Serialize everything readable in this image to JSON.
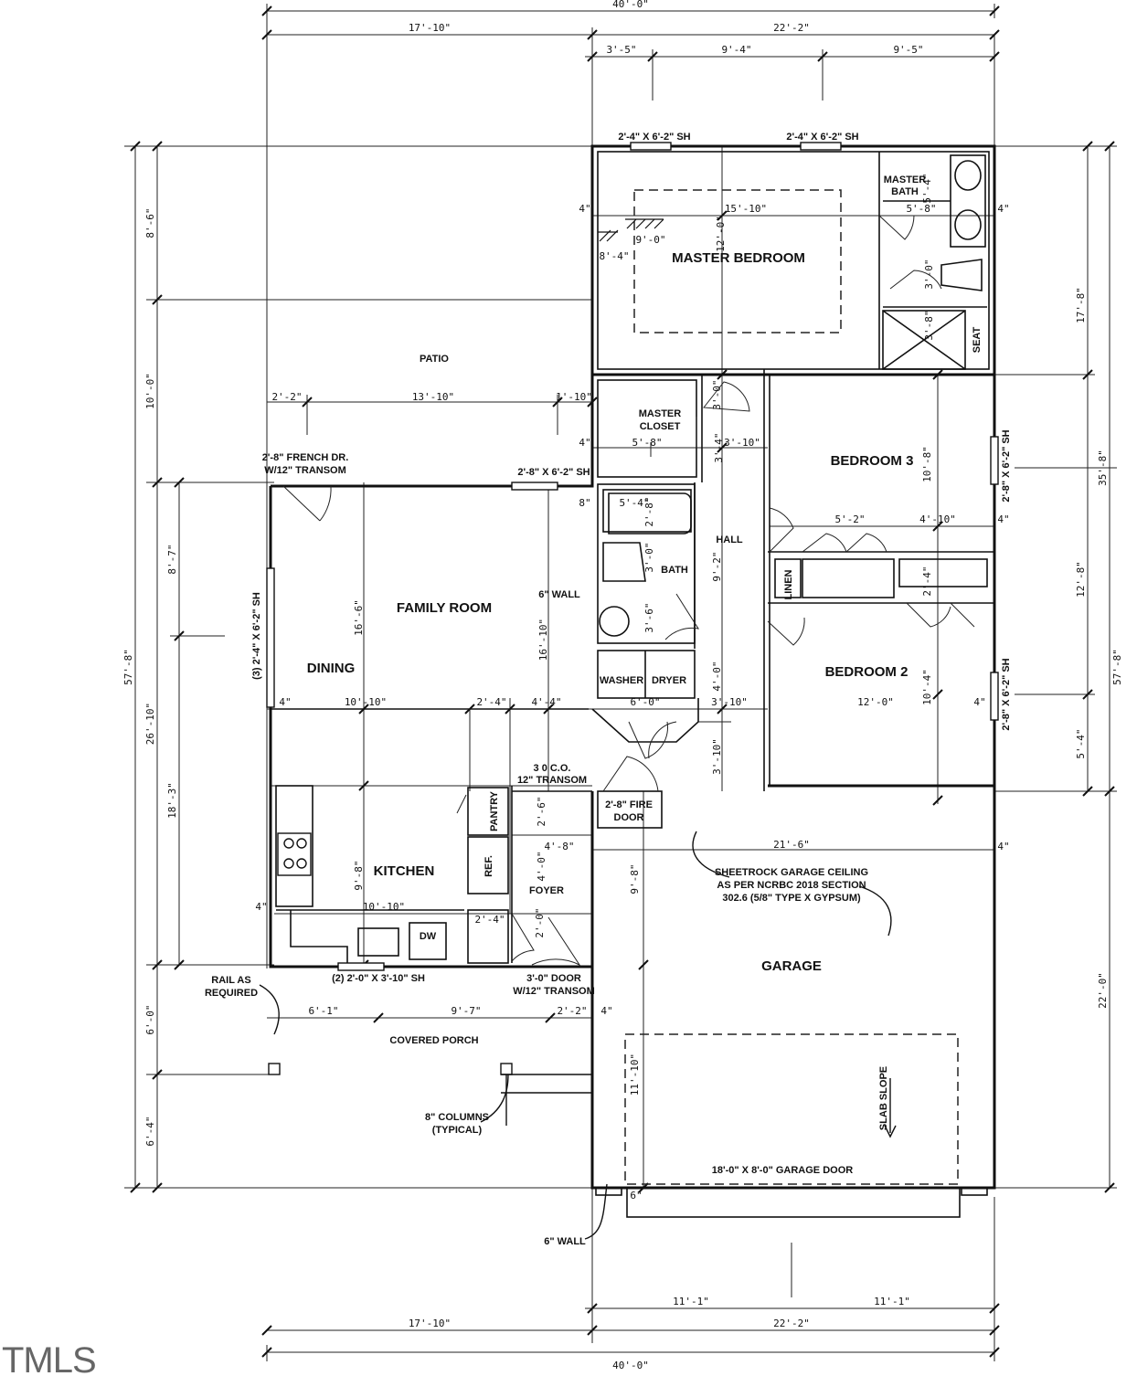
{
  "rooms": {
    "master_bedroom": "MASTER BEDROOM",
    "master_bath": "MASTER BATH",
    "master_closet": "MASTER CLOSET",
    "bedroom3": "BEDROOM 3",
    "bedroom2": "BEDROOM 2",
    "hall": "HALL",
    "bath": "BATH",
    "linen": "LINEN",
    "washer": "WASHER",
    "dryer": "DRYER",
    "family_room": "FAMILY ROOM",
    "dining": "DINING",
    "kitchen": "KITCHEN",
    "pantry": "PANTRY",
    "ref": "REF.",
    "dw": "DW",
    "foyer": "FOYER",
    "patio": "PATIO",
    "covered_porch": "COVERED PORCH",
    "garage": "GARAGE",
    "seat": "SEAT"
  },
  "notes": {
    "french_door": "2'-8\" FRENCH DR.",
    "french_transom": "W/12\" TRANSOM",
    "fire_door_1": "2'-8\" FIRE",
    "fire_door_2": "DOOR",
    "co_1": "3 0 C.O.",
    "co_2": "12\" TRANSOM",
    "sheetrock_1": "SHEETROCK GARAGE CEILING",
    "sheetrock_2": "AS PER NCRBC 2018 SECTION",
    "sheetrock_3": "302.6 (5/8\" TYPE X GYPSUM)",
    "rail_1": "RAIL AS",
    "rail_2": "REQUIRED",
    "door_1": "3'-0\" DOOR",
    "door_2": "W/12\" TRANSOM",
    "columns_1": "8\" COLUMNS",
    "columns_2": "(TYPICAL)",
    "wall6_a": "6\" WALL",
    "wall6_b": "6\" WALL",
    "slab": "SLAB SLOPE",
    "garage_door": "18'-0\" X 8'-0\" GARAGE DOOR",
    "win_top1": "2'-4\" X 6'-2\" SH",
    "win_top2": "2'-4\" X 6'-2\" SH",
    "win_fr": "2'-8\" X 6'-2\" SH",
    "win_kitchen": "(2) 2'-0\" X 3'-10\" SH",
    "win_dining": "(3) 2'-4\" X 6'-2\" SH",
    "win_bed3": "2'-8\" X 6'-2\" SH",
    "win_bed2": "2'-8\" X 6'-2\" SH"
  },
  "dims": {
    "overall_top": "40'-0\"",
    "top_left": "17'-10\"",
    "top_right": "22'-2\"",
    "top_a": "3'-5\"",
    "top_b": "9'-4\"",
    "top_c": "9'-5\"",
    "bottom_overall": "40'-0\"",
    "bottom_left": "17'-10\"",
    "bottom_right": "22'-2\"",
    "bottom_a": "11'-1\"",
    "bottom_b": "11'-1\"",
    "left_overall": "57'-8\"",
    "left_a": "8'-6\"",
    "left_b": "10'-0\"",
    "left_c": "26'-10\"",
    "left_d": "6'-0\"",
    "left_e": "6'-4\"",
    "left_inner_a": "8'-7\"",
    "left_inner_b": "18'-3\"",
    "right_overall": "57'-8\"",
    "right_a": "17'-8\"",
    "right_b": "35'-8\"",
    "right_c": "12'-8\"",
    "right_d": "5'-4\"",
    "right_e": "22'-0\"",
    "mb_w": "15'-10\"",
    "mb_h": "12'-0\"",
    "mb_9": "9'-0\"",
    "mb_8": "8'-4\"",
    "mbath_54": "5'-4\"",
    "mbath_58": "5'-8\"",
    "mbath_30": "3'-0\"",
    "mbath_38": "3'-8\"",
    "patio_22": "2'-2\"",
    "patio_1310": "13'-10\"",
    "patio_110": "1'-10\"",
    "closet_58": "5'-8\"",
    "closet_34": "3'-4\"",
    "closet_310": "3'-10\"",
    "closet_30": "3'-0\"",
    "b3_108": "10'-8\"",
    "b3_52": "5'-2\"",
    "b3_410": "4'-10\"",
    "bath_54": "5'-4\"",
    "bath_28": "2'-8\"",
    "bath_30": "3'-0\"",
    "bath_36": "3'-6\"",
    "hall_92": "9'-2\"",
    "linen_24": "2'-4\"",
    "fr_166": "16'-6\"",
    "fr_1610": "16'-10\"",
    "dining_1010": "10'-10\"",
    "dining_24": "2'-4\"",
    "dining_44": "4'-4\"",
    "laundry_60": "6'-0\"",
    "laundry_40": "4'-0\"",
    "b2_310": "3'-10\"",
    "b2_120": "12'-0\"",
    "b2_104": "10'-4\"",
    "b2_310b": "3'-10\"",
    "kit_98": "9'-8\"",
    "kit_1010": "10'-10\"",
    "kit_26": "2'-6\"",
    "kit_48": "4'-8\"",
    "kit_40": "4'-0\"",
    "kit_24": "2'-4\"",
    "kit_20": "2'-0\"",
    "garage_216": "21'-6\"",
    "garage_98": "9'-8\"",
    "garage_1110": "11'-10\"",
    "porch_61": "6'-1\"",
    "porch_97": "9'-7\"",
    "porch_22": "2'-2\"",
    "four": "4\"",
    "eight": "8\"",
    "six": "6\""
  },
  "watermark": "TMLS"
}
